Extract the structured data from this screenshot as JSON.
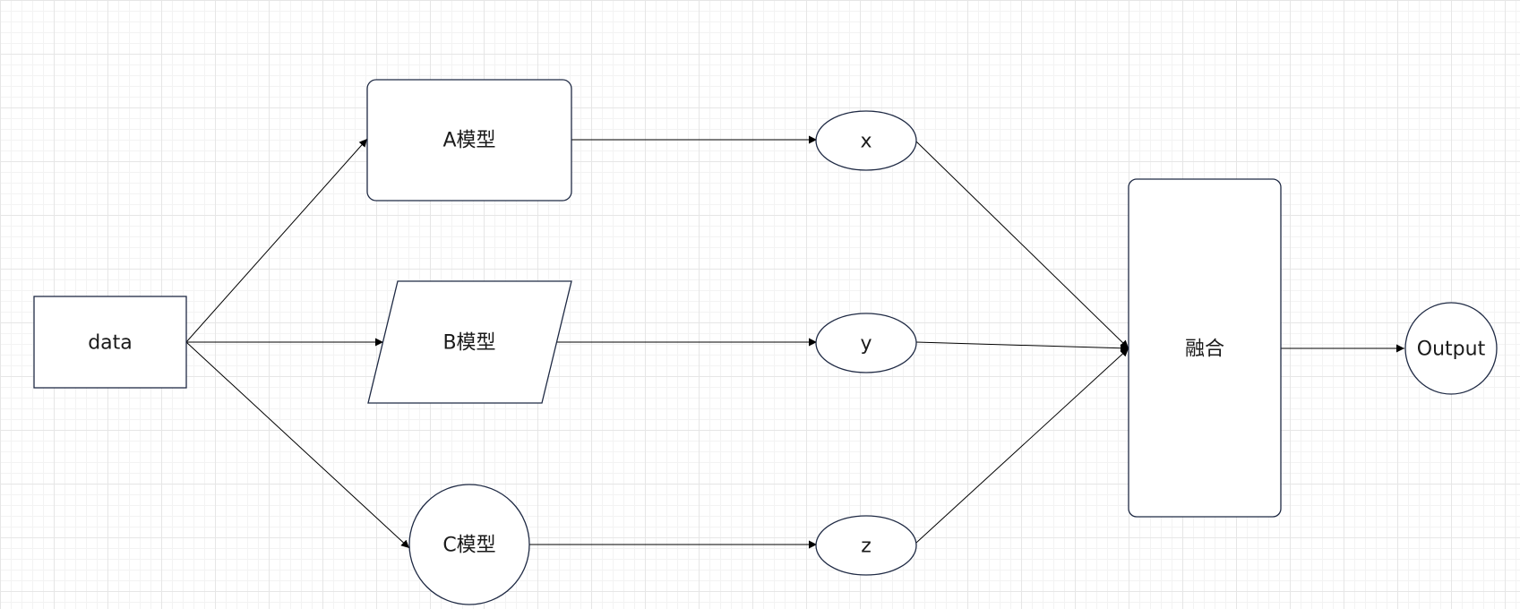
{
  "nodes": {
    "data": {
      "label": "data"
    },
    "model_a": {
      "label": "A模型"
    },
    "model_b": {
      "label": "B模型"
    },
    "model_c": {
      "label": "C模型"
    },
    "out_x": {
      "label": "x"
    },
    "out_y": {
      "label": "y"
    },
    "out_z": {
      "label": "z"
    },
    "fusion": {
      "label": "融合"
    },
    "output": {
      "label": "Output"
    }
  },
  "edges": [
    {
      "from": "data",
      "to": "model_a"
    },
    {
      "from": "data",
      "to": "model_b"
    },
    {
      "from": "data",
      "to": "model_c"
    },
    {
      "from": "model_a",
      "to": "out_x"
    },
    {
      "from": "model_b",
      "to": "out_y"
    },
    {
      "from": "model_c",
      "to": "out_z"
    },
    {
      "from": "out_x",
      "to": "fusion"
    },
    {
      "from": "out_y",
      "to": "fusion"
    },
    {
      "from": "out_z",
      "to": "fusion"
    },
    {
      "from": "fusion",
      "to": "output"
    }
  ]
}
